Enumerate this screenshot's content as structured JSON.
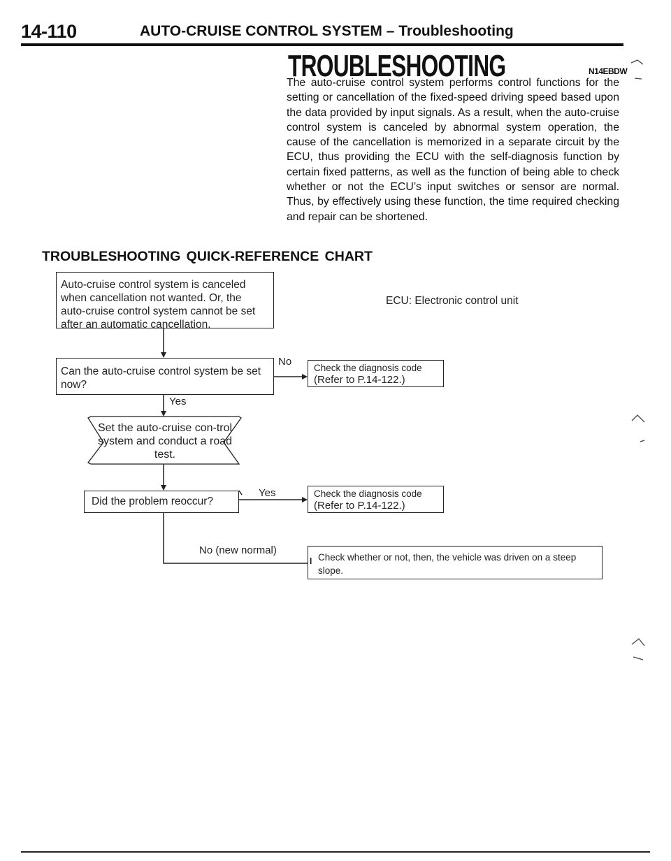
{
  "header": {
    "page_number": "14-110",
    "running_title": "AUTO-CRUISE CONTROL SYSTEM – Troubleshooting"
  },
  "section": {
    "title": "TROUBLESHOOTING",
    "code": "N14EBDW",
    "intro": "The auto-cruise control system performs control functions for the setting or cancellation of the fixed-speed driving speed based upon the data provided by input signals. As a result, when the auto-cruise control system is canceled by abnormal system operation, the cause of the cancellation is memorized in a separate circuit by the ECU, thus providing the ECU with the self-diagnosis function by certain fixed patterns, as well as the function of being able to check whether or not the ECU’s input switches or sensor are normal. Thus, by effectively using these function, the time required checking and repair can be shortened."
  },
  "chart": {
    "title": "TROUBLESHOOTING QUICK-REFERENCE CHART",
    "ecu_note": "ECU: Electronic control unit",
    "start_box": "Auto-cruise control system is canceled when cancellation not wanted. Or, the auto-cruise control system cannot be set after an automatic cancellation.",
    "question_box": "Can the auto-cruise control system be set now?",
    "no_label": "No",
    "no_result_line1": "Check the diagnosis code",
    "no_result_line2": "(Refer to P.14-122.)",
    "yes_label": "Yes",
    "diamond_text": "Set the auto-cruise con-trol system and conduct a road test.",
    "recheck_box": "Did the problem reoccur?",
    "yes2_label": "Yes",
    "yes2_result_line1": "Check the diagnosis code",
    "yes2_result_line2": "(Refer to P.14-122.)",
    "no2_label": "No (new normal)",
    "slope_bullet": "l",
    "slope_box": "Check whether or not, then, the vehicle was driven on a steep slope."
  }
}
